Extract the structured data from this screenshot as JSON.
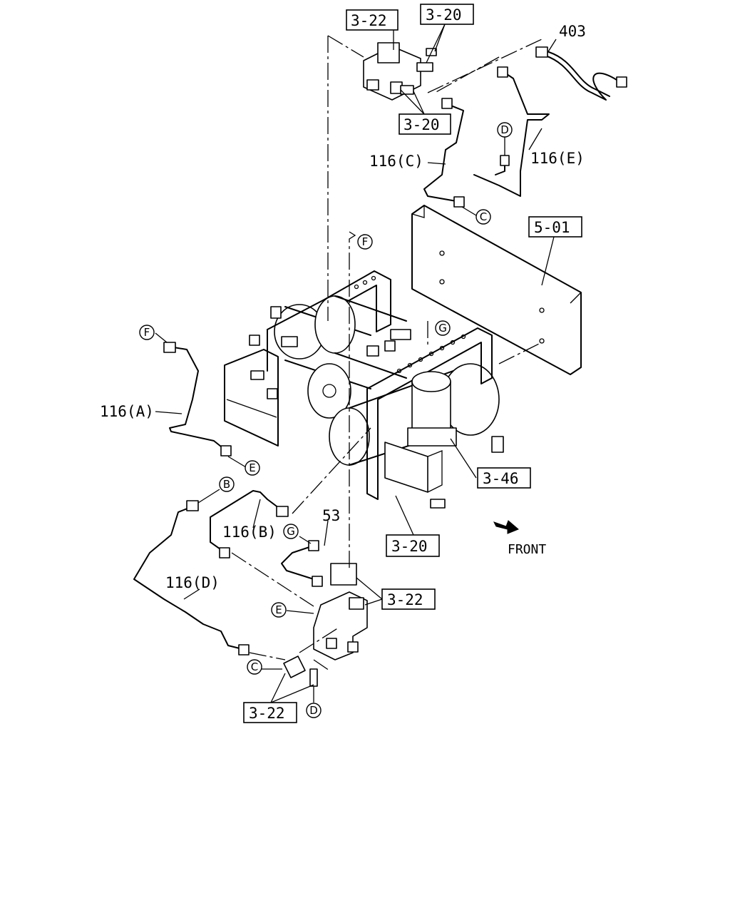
{
  "callouts": {
    "ref_3_22_top": "3-22",
    "ref_3_20_top": "3-20",
    "ref_3_20_mid": "3-20",
    "ref_5_01": "5-01",
    "ref_3_46": "3-46",
    "ref_3_20_low": "3-20",
    "ref_3_22_low": "3-22",
    "ref_3_22_bottom": "3-22"
  },
  "part_labels": {
    "p403": "403",
    "p116c": "116(C)",
    "p116e": "116(E)",
    "p116a": "116(A)",
    "p116b": "116(B)",
    "p116d": "116(D)",
    "p53": "53"
  },
  "connection_letters": {
    "b": "B",
    "c": "C",
    "d": "D",
    "e": "E",
    "f": "F",
    "g": "G"
  },
  "direction_label": "FRONT"
}
